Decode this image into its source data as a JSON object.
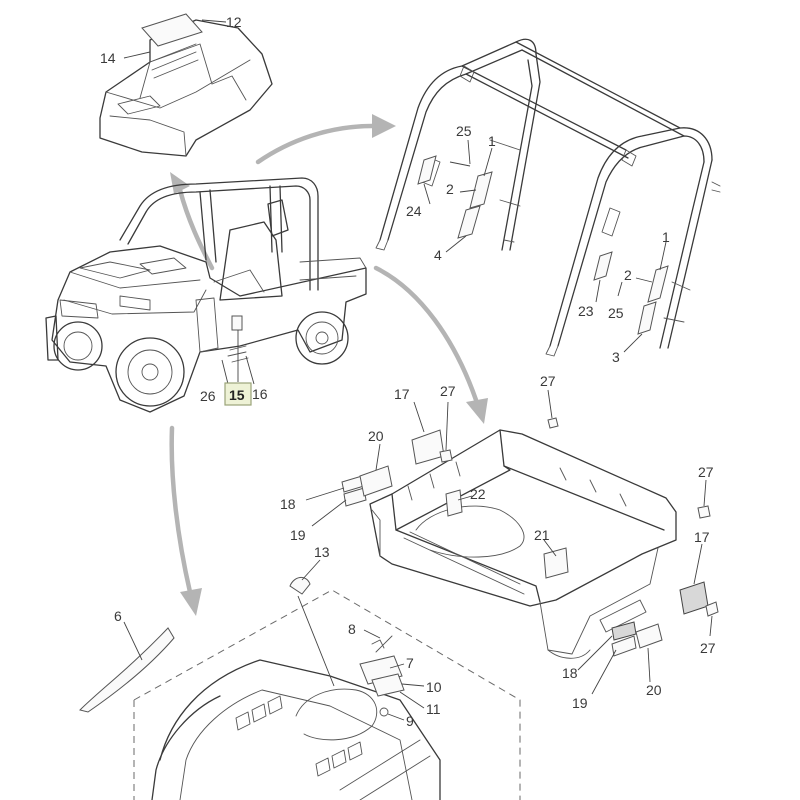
{
  "highlight_color": "#eef2d6",
  "arrow_color": "#b4b4b4",
  "callouts": [
    {
      "id": "c12",
      "text": "12"
    },
    {
      "id": "c14",
      "text": "14"
    },
    {
      "id": "c25a",
      "text": "25"
    },
    {
      "id": "c1a",
      "text": "1"
    },
    {
      "id": "c2a",
      "text": "2"
    },
    {
      "id": "c24",
      "text": "24"
    },
    {
      "id": "c4",
      "text": "4"
    },
    {
      "id": "c1b",
      "text": "1"
    },
    {
      "id": "c2b",
      "text": "2"
    },
    {
      "id": "c23",
      "text": "23"
    },
    {
      "id": "c25b",
      "text": "25"
    },
    {
      "id": "c3",
      "text": "3"
    },
    {
      "id": "c26",
      "text": "26"
    },
    {
      "id": "c16",
      "text": "16"
    },
    {
      "id": "c17a",
      "text": "17"
    },
    {
      "id": "c27a",
      "text": "27"
    },
    {
      "id": "c27b",
      "text": "27"
    },
    {
      "id": "c20a",
      "text": "20"
    },
    {
      "id": "c18a",
      "text": "18"
    },
    {
      "id": "c22",
      "text": "22"
    },
    {
      "id": "c19a",
      "text": "19"
    },
    {
      "id": "c21",
      "text": "21"
    },
    {
      "id": "c27c",
      "text": "27"
    },
    {
      "id": "c17b",
      "text": "17"
    },
    {
      "id": "c27d",
      "text": "27"
    },
    {
      "id": "c13",
      "text": "13"
    },
    {
      "id": "c6",
      "text": "6"
    },
    {
      "id": "c8",
      "text": "8"
    },
    {
      "id": "c7",
      "text": "7"
    },
    {
      "id": "c10",
      "text": "10"
    },
    {
      "id": "c11",
      "text": "11"
    },
    {
      "id": "c9",
      "text": "9"
    },
    {
      "id": "c18b",
      "text": "18"
    },
    {
      "id": "c19b",
      "text": "19"
    },
    {
      "id": "c20b",
      "text": "20"
    }
  ],
  "highlighted_callout": {
    "text": "15"
  }
}
